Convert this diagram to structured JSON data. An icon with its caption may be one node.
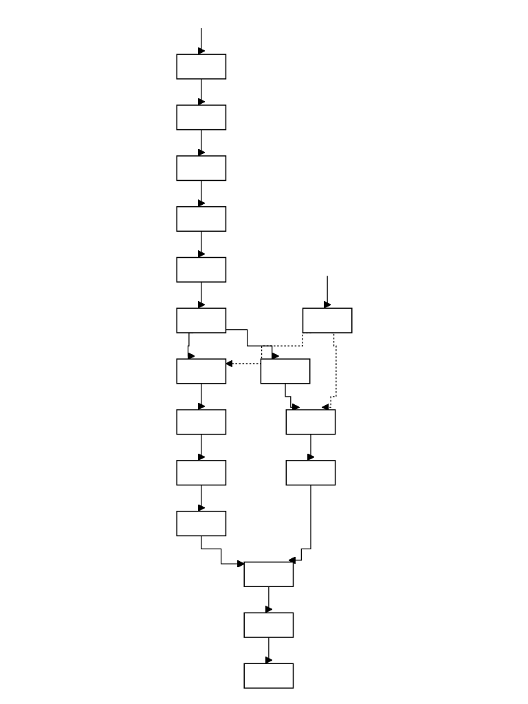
{
  "diagram": {
    "nodes": [
      {
        "text": [],
        "shape": "box"
      },
      {
        "text": [],
        "shape": "box"
      },
      {
        "text": [],
        "shape": "box"
      },
      {
        "text": [],
        "shape": "box"
      },
      {
        "text": [],
        "shape": "box"
      },
      {
        "text": [],
        "shape": "box"
      },
      {
        "text": [],
        "shape": "box"
      },
      {
        "text": [],
        "shape": "box"
      },
      {
        "text": [],
        "shape": "box"
      },
      {
        "text": [],
        "shape": "box"
      },
      {
        "text": [],
        "shape": "box"
      },
      {
        "text": [],
        "shape": "box"
      },
      {
        "text": [],
        "shape": "box"
      },
      {
        "text": [],
        "shape": "box"
      },
      {
        "text": [],
        "shape": "box"
      },
      {
        "text": [],
        "shape": "box"
      },
      {
        "text": [],
        "shape": "box"
      }
    ],
    "edges": [
      {
        "from": null,
        "to": 0,
        "arrow": "to"
      },
      {
        "from": 0,
        "to": 1,
        "arrow": "to"
      },
      {
        "from": 1,
        "to": 2,
        "arrow": "to"
      },
      {
        "from": 2,
        "to": 3,
        "arrow": "to"
      },
      {
        "from": 3,
        "to": 4,
        "arrow": "to"
      },
      {
        "from": 4,
        "to": 5,
        "arrow": "to"
      },
      {
        "from": 5,
        "to": 6,
        "arrow": "to"
      },
      {
        "from": 5,
        "to": 7,
        "arrow": "to"
      },
      {
        "from": null,
        "to": 8,
        "arrow": "to"
      },
      {
        "from": 8,
        "to": 6,
        "arrow": "to",
        "style": "dashed"
      },
      {
        "from": 8,
        "to": 10,
        "arrow": "to",
        "style": "dashed"
      },
      {
        "from": 6,
        "to": 9,
        "arrow": "to"
      },
      {
        "from": 9,
        "to": 11,
        "arrow": "to"
      },
      {
        "from": 11,
        "to": 13,
        "arrow": "to"
      },
      {
        "from": 7,
        "to": 10,
        "arrow": "to"
      },
      {
        "from": 10,
        "to": 12,
        "arrow": "to"
      },
      {
        "from": 13,
        "to": 14,
        "arrow": "to"
      },
      {
        "from": 12,
        "to": 14,
        "arrow": "to"
      },
      {
        "from": 14,
        "to": 15,
        "arrow": "to"
      },
      {
        "from": 15,
        "to": 16,
        "arrow": "to"
      }
    ]
  }
}
